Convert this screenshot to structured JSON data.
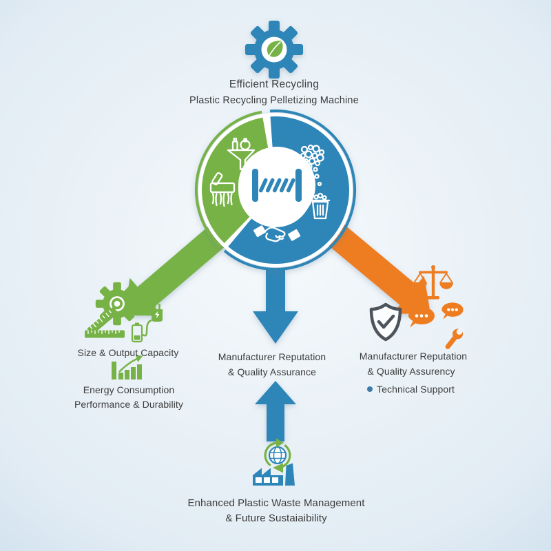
{
  "title": {
    "line1": "Efficient Recycling",
    "line2": "Plastic Recycling Pelletizing Machine"
  },
  "left_branch": {
    "heading": "Size & Output Capacity",
    "sub_line1": "Energy Consumption",
    "sub_line2": "Performance & Durability"
  },
  "middle_branch": {
    "line1": "Manufacturer Reputation",
    "line2": "& Quality Assurance"
  },
  "right_branch": {
    "line1": "Manufacturer Reputation",
    "line2": "& Quality Assurency",
    "bullet": "Technical Support"
  },
  "bottom_branch": {
    "line1": "Enhanced Plastic Waste Management",
    "line2": "& Future Sustaiaibility"
  },
  "icons": {
    "header": "gear-leaf-icon",
    "ring": [
      "funnel-bottles-icon",
      "shredder-icon",
      "pellets-icon",
      "pellet-bin-icon",
      "handshake-icon"
    ],
    "ring_center": "extruder-screw-icon",
    "left": [
      "gear-icon",
      "ruler-icon",
      "battery-icon",
      "power-plug-icon",
      "bar-chart-growth-icon"
    ],
    "right": [
      "balance-scale-icon",
      "shield-check-icon",
      "chat-bubble-icon",
      "chat-bubble-icon",
      "wrench-icon"
    ],
    "bottom": [
      "recycle-globe-icon",
      "factory-icon"
    ]
  },
  "colors": {
    "green": "#77b246",
    "blue": "#2e86b8",
    "orange": "#ee7d22",
    "gray": "#4d545b",
    "text": "#3b3b3b",
    "bullet": "#3d7aa8",
    "bg-center": "#f5f9fb",
    "bg-edge": "#aecbe3"
  }
}
